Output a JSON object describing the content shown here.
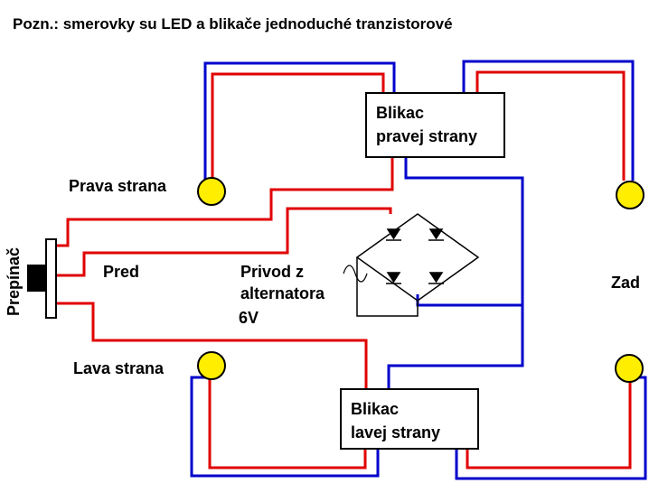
{
  "note": "Pozn.: smerovky su LED a blikače jednoduché tranzistorové",
  "labels": {
    "prava_strana": "Prava strana",
    "lava_strana": "Lava strana",
    "pred": "Pred",
    "zad": "Zad",
    "prepinac": "Prepínač",
    "privod_line1": "Privod z",
    "privod_line2": "alternatora",
    "voltage": "6V"
  },
  "blinker_right": {
    "line1": "Blikac",
    "line2": "pravej strany"
  },
  "blinker_left": {
    "line1": "Blikac",
    "line2": "lavej strany"
  },
  "colors": {
    "wire_positive": "#e00000",
    "wire_return": "#0000cc",
    "led": "#ffee00",
    "outline": "#000000"
  }
}
